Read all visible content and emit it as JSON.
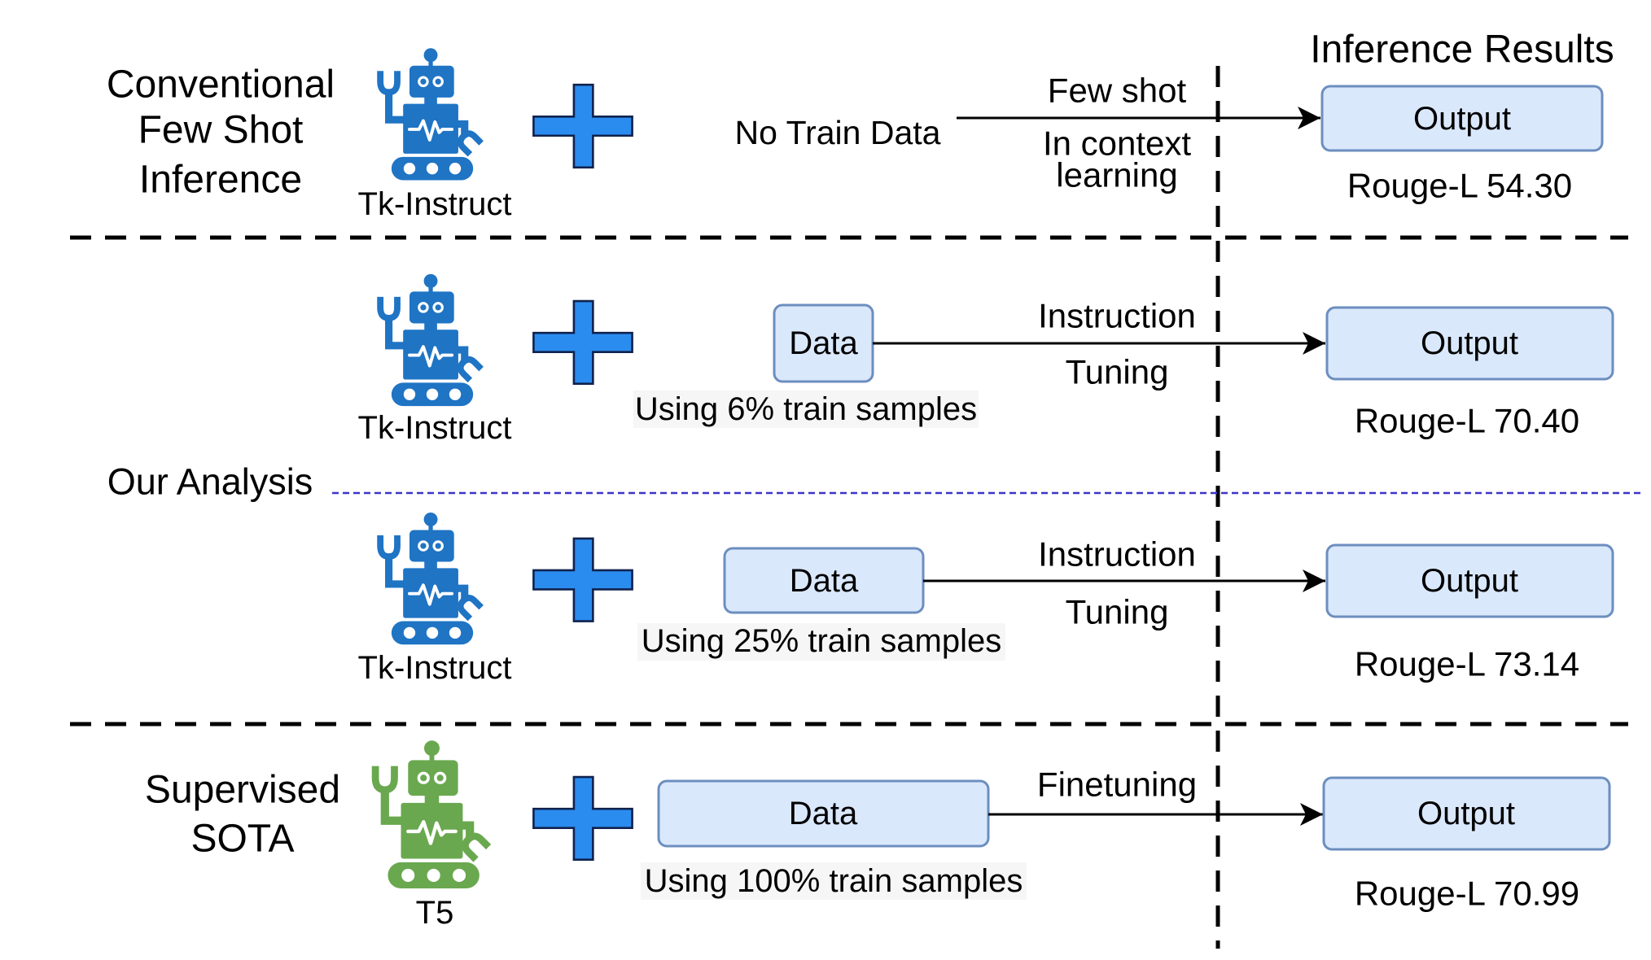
{
  "results_header": "Inference Results",
  "sections": {
    "conventional": [
      "Conventional",
      "Few Shot",
      "Inference"
    ],
    "analysis": "Our Analysis",
    "supervised": [
      "Supervised",
      "SOTA"
    ]
  },
  "icons": {
    "model": "robot-icon",
    "combine": "plus-icon",
    "flow": "arrow-right-icon"
  },
  "colors": {
    "tk_instruct_robot": "#1f74c4",
    "t5_robot": "#6aa84f",
    "plus_fill": "#2b8cef",
    "plus_stroke": "#10224e",
    "box_fill": "#dae8fc",
    "box_stroke": "#6c8ebf",
    "analysis_divider": "#3b34c9"
  },
  "rows": [
    {
      "model": "Tk-Instruct",
      "input": "No Train Data",
      "method_above": "Few shot",
      "method_below": [
        "In context",
        "learning"
      ],
      "output": "Output",
      "score": "Rouge-L 54.30"
    },
    {
      "model": "Tk-Instruct",
      "input": "Data",
      "input_caption": "Using 6% train samples",
      "method_above": "Instruction",
      "method_below": [
        "Tuning"
      ],
      "output": "Output",
      "score": "Rouge-L 70.40"
    },
    {
      "model": "Tk-Instruct",
      "input": "Data",
      "input_caption": "Using 25% train samples",
      "method_above": "Instruction",
      "method_below": [
        "Tuning"
      ],
      "output": "Output",
      "score": "Rouge-L 73.14"
    },
    {
      "model": "T5",
      "input": "Data",
      "input_caption": "Using 100% train samples",
      "method_above": "Finetuning",
      "output": "Output",
      "score": "Rouge-L 70.99"
    }
  ]
}
